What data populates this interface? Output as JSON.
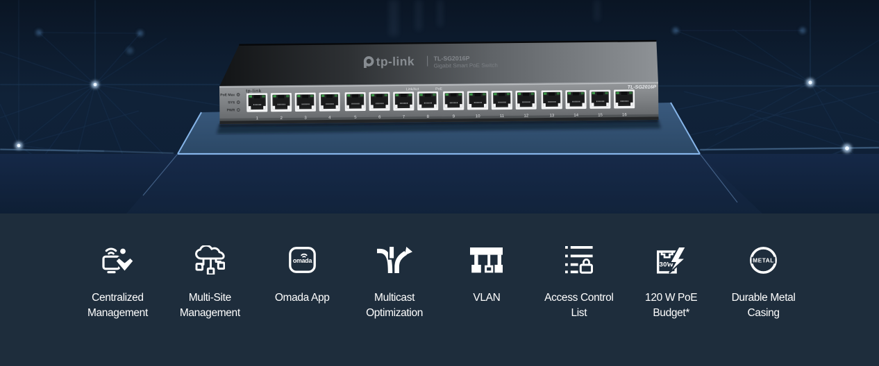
{
  "hero": {
    "switch": {
      "top_logo": "tp-link",
      "top_model": "TL-SG2016P",
      "top_subtitle": "Gigabit Smart PoE Switch",
      "front_logo": "tp-link",
      "model_label": "TL-SG2016P",
      "led_labels": [
        "PoE Max",
        "SYS",
        "PWR"
      ],
      "port_header_link": "Link/Act",
      "port_header_poe": "PoE",
      "port_numbers": [
        "1",
        "2",
        "3",
        "4",
        "5",
        "6",
        "7",
        "8",
        "9",
        "10",
        "11",
        "12",
        "13",
        "14",
        "15",
        "16"
      ]
    }
  },
  "features": {
    "items": [
      {
        "name": "centralized-management",
        "line1": "Centralized",
        "line2": "Management"
      },
      {
        "name": "multi-site-management",
        "line1": "Multi-Site",
        "line2": "Management"
      },
      {
        "name": "omada-app",
        "line1": "Omada App",
        "icon_text": "omada"
      },
      {
        "name": "multicast-optimization",
        "line1": "Multicast",
        "line2": "Optimization"
      },
      {
        "name": "vlan",
        "line1": "VLAN"
      },
      {
        "name": "access-control-list",
        "line1": "Access Control",
        "line2": "List"
      },
      {
        "name": "poe-budget",
        "line1": "120 W PoE",
        "line2": "Budget*",
        "icon_text": "30W"
      },
      {
        "name": "durable-metal-casing",
        "line1": "Durable Metal",
        "line2": "Casing",
        "icon_text": "METAL"
      }
    ]
  },
  "colors": {
    "hero_bg_top": "#0a1524",
    "hero_bg_bottom": "#0e1f36",
    "panel_bg": "#1e2d3c",
    "platform_edge": "#86b5e9",
    "icon_color": "#ffffff"
  }
}
